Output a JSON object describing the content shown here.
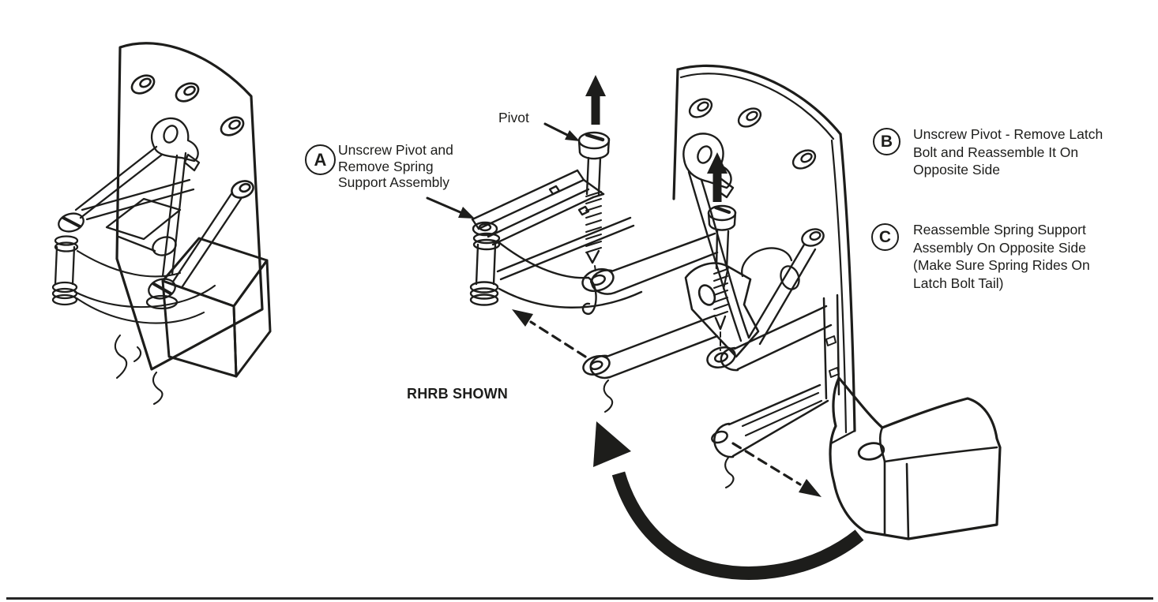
{
  "figure": {
    "background": "#ffffff",
    "ink": "#1d1d1b",
    "caption": "RHRB SHOWN",
    "pivot_label": "Pivot",
    "callouts": [
      {
        "letter": "A",
        "lines": [
          "Unscrew Pivot and",
          "Remove Spring",
          "Support Assembly"
        ]
      },
      {
        "letter": "B",
        "lines": [
          "Unscrew Pivot - Remove Latch",
          "Bolt and Reassemble It On",
          "Opposite Side"
        ]
      },
      {
        "letter": "C",
        "lines": [
          "Reassemble Spring Support",
          "Assembly On Opposite Side",
          "(Make Sure Spring Rides On",
          "Latch Bolt Tail)"
        ]
      }
    ]
  }
}
